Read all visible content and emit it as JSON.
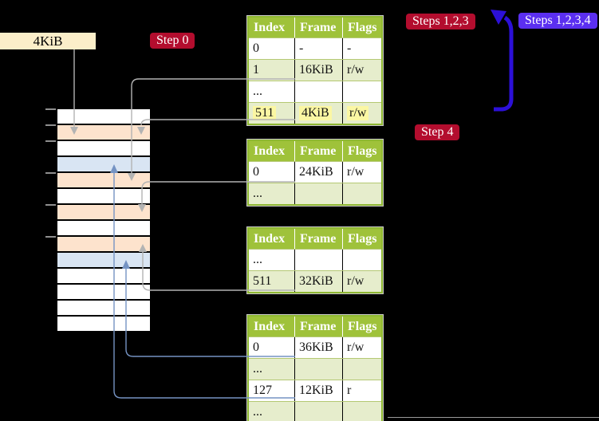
{
  "labels": {
    "page_size": "4KiB",
    "step0": "Step 0",
    "step4": "Step 4",
    "steps123": "Steps 1,2,3",
    "steps1234": "Steps 1,2,3,4"
  },
  "colors": {
    "header_green": "#9fc23a",
    "row_green": "#e6edcc",
    "highlight_yellow": "#fbf7a3",
    "crimson": "#b30d2e",
    "violet": "#5b2ff0",
    "big_arrow_blue": "#2c10d8",
    "connector_gray": "#b3b3b3",
    "connector_blue": "#7593c3",
    "page_size_cream": "#fbeec9"
  },
  "tables": [
    {
      "name": "page-table-1",
      "headers": [
        "Index",
        "Frame",
        "Flags"
      ],
      "rows": [
        {
          "cells": [
            "0",
            "-",
            "-"
          ]
        },
        {
          "cells": [
            "1",
            "16KiB",
            "r/w"
          ]
        },
        {
          "cells": [
            "...",
            "",
            ""
          ]
        },
        {
          "cells": [
            "511",
            "4KiB",
            "r/w"
          ],
          "highlight": true
        }
      ]
    },
    {
      "name": "page-table-2",
      "headers": [
        "Index",
        "Frame",
        "Flags"
      ],
      "rows": [
        {
          "cells": [
            "0",
            "24KiB",
            "r/w"
          ]
        },
        {
          "cells": [
            "...",
            "",
            ""
          ]
        }
      ]
    },
    {
      "name": "page-table-3",
      "headers": [
        "Index",
        "Frame",
        "Flags"
      ],
      "rows": [
        {
          "cells": [
            "...",
            "",
            ""
          ]
        },
        {
          "cells": [
            "511",
            "32KiB",
            "r/w"
          ]
        }
      ]
    },
    {
      "name": "page-table-4",
      "headers": [
        "Index",
        "Frame",
        "Flags"
      ],
      "rows": [
        {
          "cells": [
            "0",
            "36KiB",
            "r/w"
          ]
        },
        {
          "cells": [
            "...",
            "",
            ""
          ]
        },
        {
          "cells": [
            "127",
            "12KiB",
            "r"
          ]
        },
        {
          "cells": [
            "...",
            "",
            ""
          ]
        }
      ]
    }
  ],
  "memory": {
    "rows": [
      "white",
      "peach",
      "white",
      "blue",
      "peach",
      "white",
      "peach",
      "white",
      "peach",
      "blue",
      "white",
      "white",
      "white",
      "white"
    ],
    "palette": {
      "white": "#ffffff",
      "peach": "#fde3cd",
      "blue": "#d9e5f3"
    },
    "tick_offsets": [
      0,
      20,
      40,
      80,
      120,
      160
    ]
  }
}
